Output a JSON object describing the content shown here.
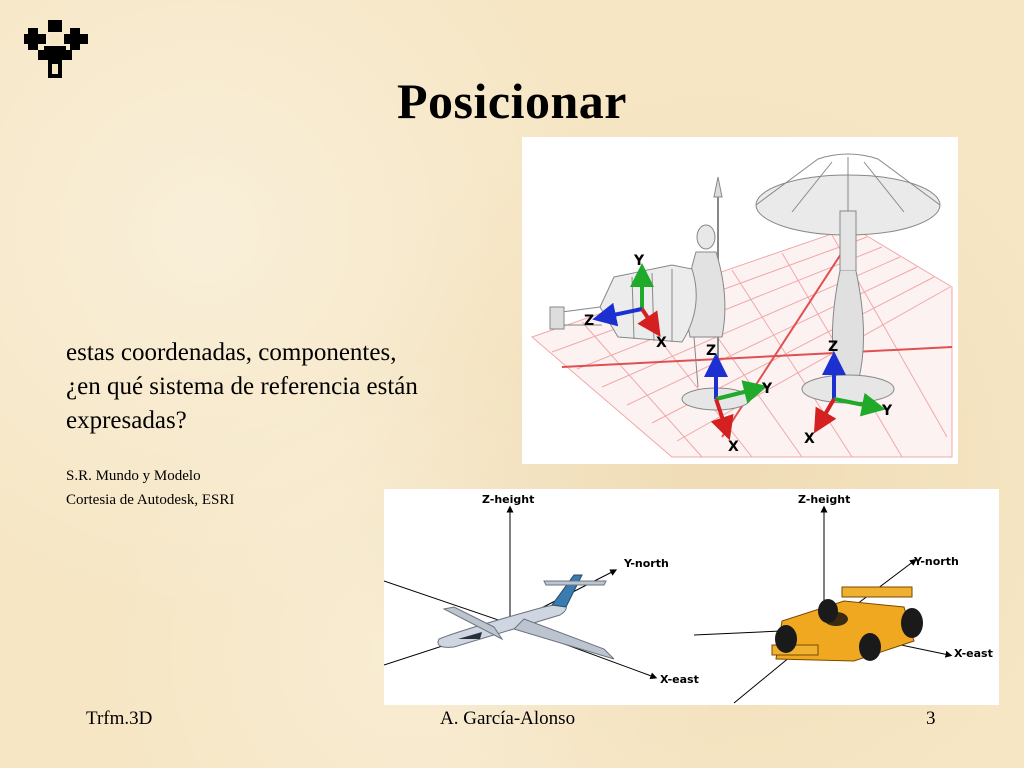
{
  "slide": {
    "title": "Posicionar",
    "body_lines": [
      "estas coordenadas, componentes,",
      "¿en qué sistema de referencia están",
      "expresadas?"
    ],
    "notes": [
      "S.R. Mundo y Modelo",
      "Cortesia de Autodesk, ESRI"
    ]
  },
  "figure_top": {
    "axis_labels": {
      "x": "X",
      "y": "Y",
      "z": "Z"
    },
    "colors": {
      "x": "#d42020",
      "y": "#1faa2a",
      "z": "#1c2fd0",
      "grid": "#f0a8a8"
    }
  },
  "figure_bottom": {
    "axis_labels": {
      "z": "Z-height",
      "y": "Y-north",
      "x": "X-east"
    }
  },
  "footer": {
    "left": "Trfm.3D",
    "center": "A. García-Alonso",
    "page": "3"
  },
  "logo": {
    "icon": "university-logo-icon"
  }
}
